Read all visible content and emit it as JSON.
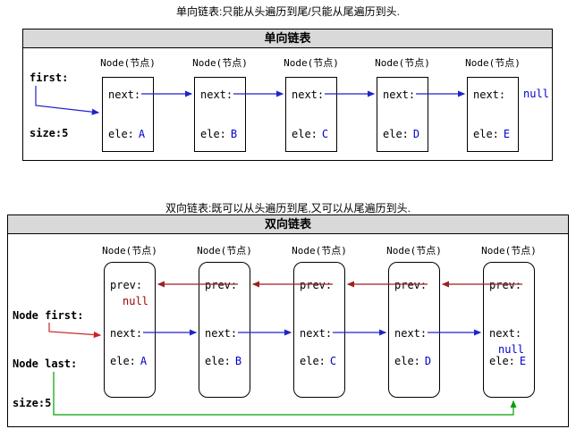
{
  "colors": {
    "arrow_blue": "#2222cc",
    "arrow_darkred": "#992222",
    "arrow_red": "#cc2222",
    "arrow_green": "#00a000",
    "text_blue": "#0000cc",
    "text_darkred": "#990000",
    "header_bg": "#d9d9d9",
    "border": "#000000"
  },
  "singly": {
    "caption": "单向链表:只能从头遍历到尾/只能从尾遍历到头.",
    "title": "单向链表",
    "first_label": "first:",
    "size_label": "size:5",
    "node_title": "Node(节点)",
    "next_label": "next:",
    "ele_label": "ele:",
    "null_label": "null",
    "nodes": [
      {
        "ele": "A"
      },
      {
        "ele": "B"
      },
      {
        "ele": "C"
      },
      {
        "ele": "D"
      },
      {
        "ele": "E"
      }
    ]
  },
  "doubly": {
    "caption": "双向链表:既可以从头遍历到尾,又可以从尾遍历到头.",
    "title": "双向链表",
    "first_label": "Node first:",
    "last_label": "Node last:",
    "size_label": "size:5",
    "node_title": "Node(节点)",
    "prev_label": "prev:",
    "next_label": "next:",
    "ele_label": "ele:",
    "null_label": "null",
    "nodes": [
      {
        "ele": "A"
      },
      {
        "ele": "B"
      },
      {
        "ele": "C"
      },
      {
        "ele": "D"
      },
      {
        "ele": "E"
      }
    ]
  }
}
